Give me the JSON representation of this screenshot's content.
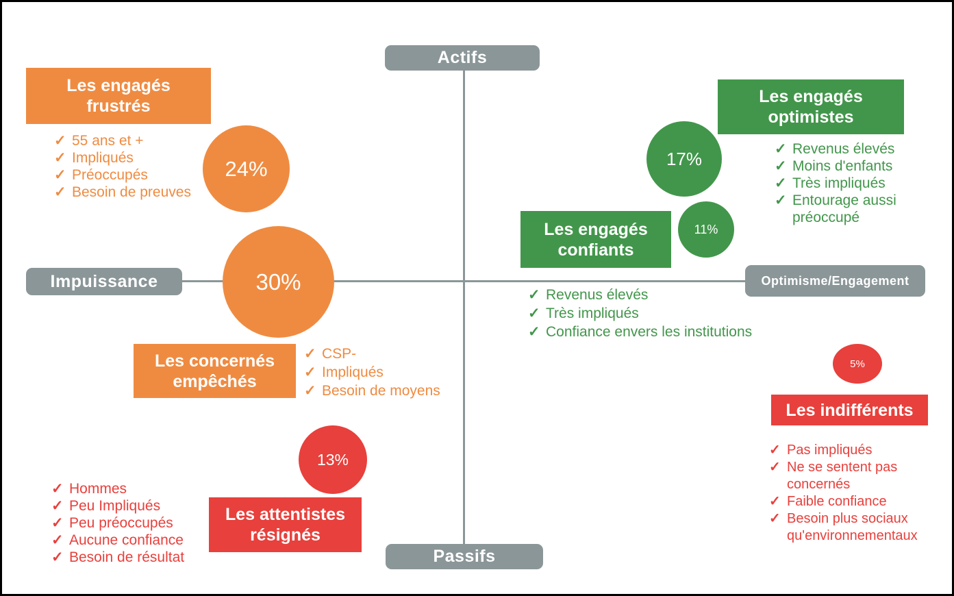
{
  "axes": {
    "top_label": "Actifs",
    "bottom_label": "Passifs",
    "left_label": "Impuissance",
    "right_label": "Optimisme/Engagement"
  },
  "check_icon": "✓",
  "colors": {
    "orange": "#EF8B41",
    "green": "#42964B",
    "red": "#E8403C",
    "gray": "#8B9698"
  },
  "segments": [
    {
      "name": "engages-frustres",
      "title": "Les engagés frustrés",
      "percent": "24%",
      "color": "#EF8B41",
      "traits": [
        "55 ans et +",
        "Impliqués",
        "Préoccupés",
        "Besoin de preuves"
      ]
    },
    {
      "name": "concernes-empeches",
      "title": "Les concernés empêchés",
      "percent": "30%",
      "color": "#EF8B41",
      "traits": [
        "CSP-",
        "Impliqués",
        "Besoin de moyens"
      ]
    },
    {
      "name": "engages-optimistes",
      "title": "Les engagés optimistes",
      "percent": "17%",
      "color": "#42964B",
      "traits": [
        "Revenus élevés",
        "Moins d'enfants",
        "Très impliqués",
        "Entourage aussi préoccupé"
      ]
    },
    {
      "name": "engages-confiants",
      "title": "Les engagés confiants",
      "percent": "11%",
      "color": "#42964B",
      "traits": [
        "Revenus élevés",
        "Très impliqués",
        "Confiance envers les institutions"
      ]
    },
    {
      "name": "attentistes-resignes",
      "title": "Les attentistes résignés",
      "percent": "13%",
      "color": "#E8403C",
      "traits": [
        "Hommes",
        "Peu Impliqués",
        "Peu préoccupés",
        "Aucune confiance",
        "Besoin de résultat"
      ]
    },
    {
      "name": "indifferents",
      "title": "Les indifférents",
      "percent": "5%",
      "color": "#E8403C",
      "traits": [
        "Pas impliqués",
        "Ne se sentent pas concernés",
        "Faible confiance",
        "Besoin plus sociaux qu'environnementaux"
      ]
    }
  ]
}
